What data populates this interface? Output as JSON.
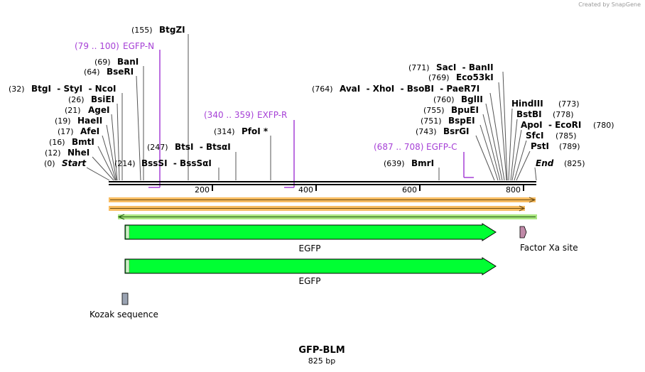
{
  "credit": "Created by SnapGene",
  "title": "GFP-BLM",
  "subtitle": "825 bp",
  "scale_ticks": [
    "200",
    "400",
    "600",
    "800"
  ],
  "sites": [
    {
      "id": "start",
      "pos": "(0)",
      "name": "Start",
      "style": "ends"
    },
    {
      "id": "nhei",
      "pos": "(12)",
      "name": "NheI"
    },
    {
      "id": "bmti",
      "pos": "(16)",
      "name": "BmtI"
    },
    {
      "id": "afei",
      "pos": "(17)",
      "name": "AfeI"
    },
    {
      "id": "haeii",
      "pos": "(19)",
      "name": "HaeII"
    },
    {
      "id": "agei",
      "pos": "(21)",
      "name": "AgeI"
    },
    {
      "id": "bsiei",
      "pos": "(26)",
      "name": "BsiEI"
    },
    {
      "id": "btgi",
      "pos": "(32)",
      "name": "BtgI  - StyI  - NcoI"
    },
    {
      "id": "bseri",
      "pos": "(64)",
      "name": "BseRI"
    },
    {
      "id": "bani",
      "pos": "(69)",
      "name": "BanI"
    },
    {
      "id": "btgzi",
      "pos": "(155)",
      "name": "BtgZI"
    },
    {
      "id": "bsssi",
      "pos": "(214)",
      "name": "BssSI  - BssSαI"
    },
    {
      "id": "btsi",
      "pos": "(247)",
      "name": "BtsI  - BtsαI"
    },
    {
      "id": "pfoi",
      "pos": "(314)",
      "name": "PfoI *"
    },
    {
      "id": "bmri",
      "pos": "(639)",
      "name": "BmrI"
    },
    {
      "id": "bsrgi",
      "pos": "(743)",
      "name": "BsrGI"
    },
    {
      "id": "bspei",
      "pos": "(751)",
      "name": "BspEI"
    },
    {
      "id": "bpuei",
      "pos": "(755)",
      "name": "BpuEI"
    },
    {
      "id": "bglii",
      "pos": "(760)",
      "name": "BglII"
    },
    {
      "id": "avai",
      "pos": "(764)",
      "name": "AvaI  - XhoI  - BsoBI  - PaeR7I"
    },
    {
      "id": "eco53ki",
      "pos": "(769)",
      "name": "Eco53kI"
    },
    {
      "id": "saci",
      "pos": "(771)",
      "name": "SacI  - BanII"
    },
    {
      "id": "hindiii",
      "pos": "(773)",
      "name": "HindIII"
    },
    {
      "id": "bstbi",
      "pos": "(778)",
      "name": "BstBI"
    },
    {
      "id": "apoi",
      "pos": "(780)",
      "name": "ApoI  - EcoRI"
    },
    {
      "id": "sfci",
      "pos": "(785)",
      "name": "SfcI"
    },
    {
      "id": "psti",
      "pos": "(789)",
      "name": "PstI"
    },
    {
      "id": "end",
      "pos": "(825)",
      "name": "End",
      "style": "ends"
    }
  ],
  "primers": [
    {
      "id": "egfp-n",
      "range": "(79 .. 100)",
      "name": "EGFP-N"
    },
    {
      "id": "exfp-r",
      "range": "(340 .. 359)",
      "name": "EXFP-R"
    },
    {
      "id": "egfp-c",
      "range": "(687 .. 708)",
      "name": "EGFP-C"
    }
  ],
  "features": [
    {
      "id": "egfp-1",
      "name": "EGFP",
      "color": "#00ff33"
    },
    {
      "id": "egfp-2",
      "name": "EGFP",
      "color": "#00ff33"
    },
    {
      "id": "factor-xa",
      "name": "Factor Xa site",
      "color": "#c08aa8"
    },
    {
      "id": "kozak",
      "name": "Kozak sequence",
      "color": "#9aa3b2"
    }
  ],
  "colors": {
    "orf": "#f7b246",
    "orf_rev": "#9ae06a",
    "primer": "#a640d6"
  }
}
